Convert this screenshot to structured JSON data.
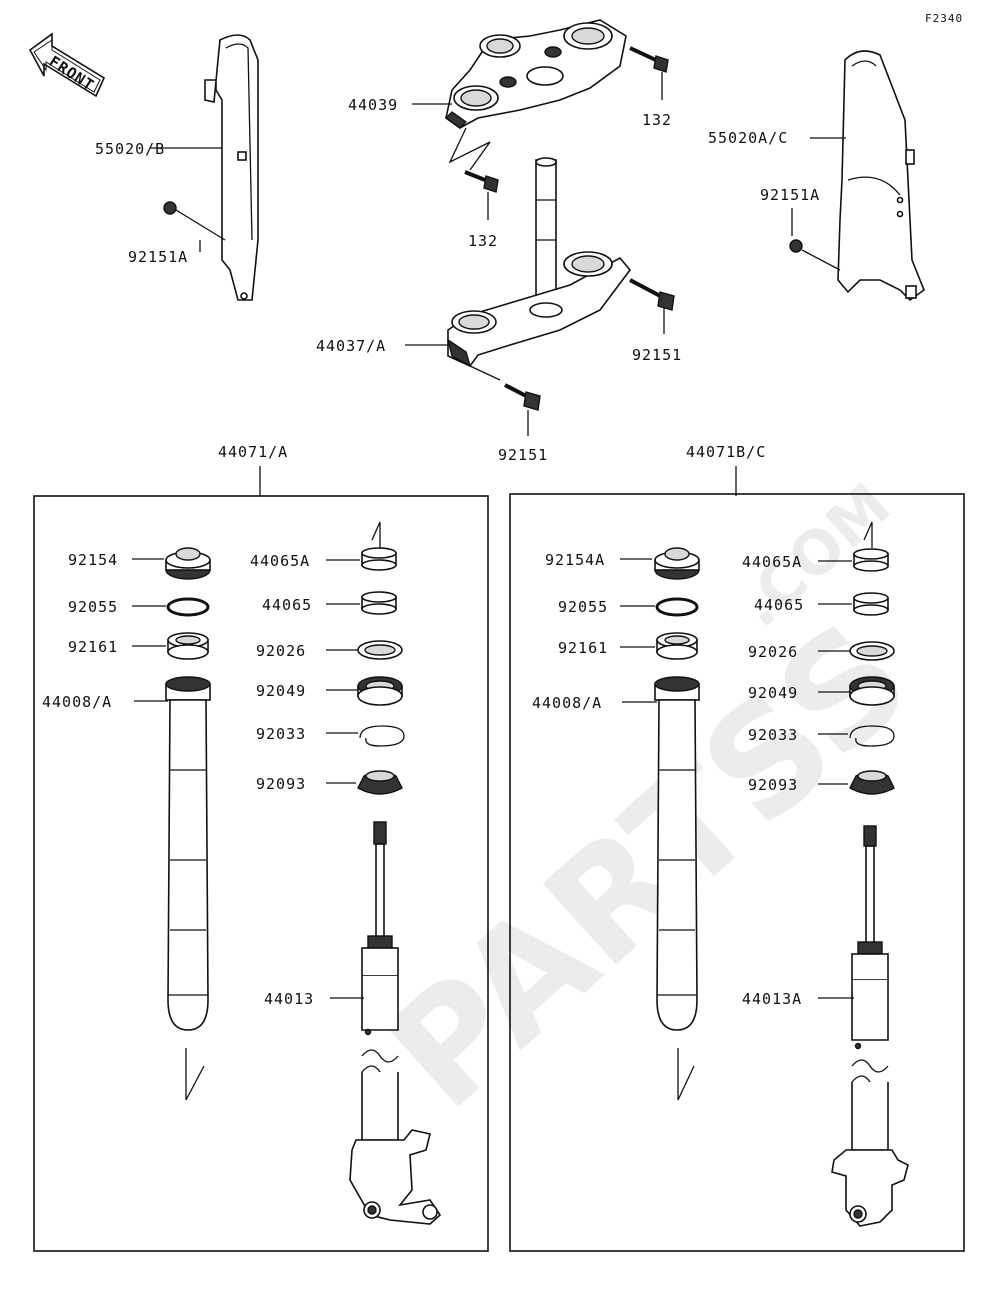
{
  "figure_code": "F2340",
  "front_arrow_text": "FRONT",
  "watermark": {
    "text": "PARTSS",
    "suffix": ".COM"
  },
  "groups": {
    "left": "44071/A",
    "right": "44071B/C"
  },
  "top_labels": {
    "guard_left": "55020/B",
    "bolt_guard_left": "92151A",
    "upper_clamp": "44039",
    "bolt_upper_right": "132",
    "bolt_upper_left": "132",
    "lower_clamp": "44037/A",
    "bolt_lower_right": "92151",
    "bolt_lower_bottom": "92151",
    "guard_right": "55020A/C",
    "bolt_guard_right": "92151A"
  },
  "left_box": {
    "cap": "92154",
    "oring": "92055",
    "washer": "92161",
    "outer_tube": "44008/A",
    "bushing_a": "44065A",
    "bushing": "44065",
    "seat": "92026",
    "oil_seal": "92049",
    "clip": "92033",
    "dust_seal": "92093",
    "inner_tube": "44013"
  },
  "right_box": {
    "cap": "92154A",
    "oring": "92055",
    "washer": "92161",
    "outer_tube": "44008/A",
    "bushing_a": "44065A",
    "bushing": "44065",
    "seat": "92026",
    "oil_seal": "92049",
    "clip": "92033",
    "dust_seal": "92093",
    "inner_tube": "44013A"
  }
}
